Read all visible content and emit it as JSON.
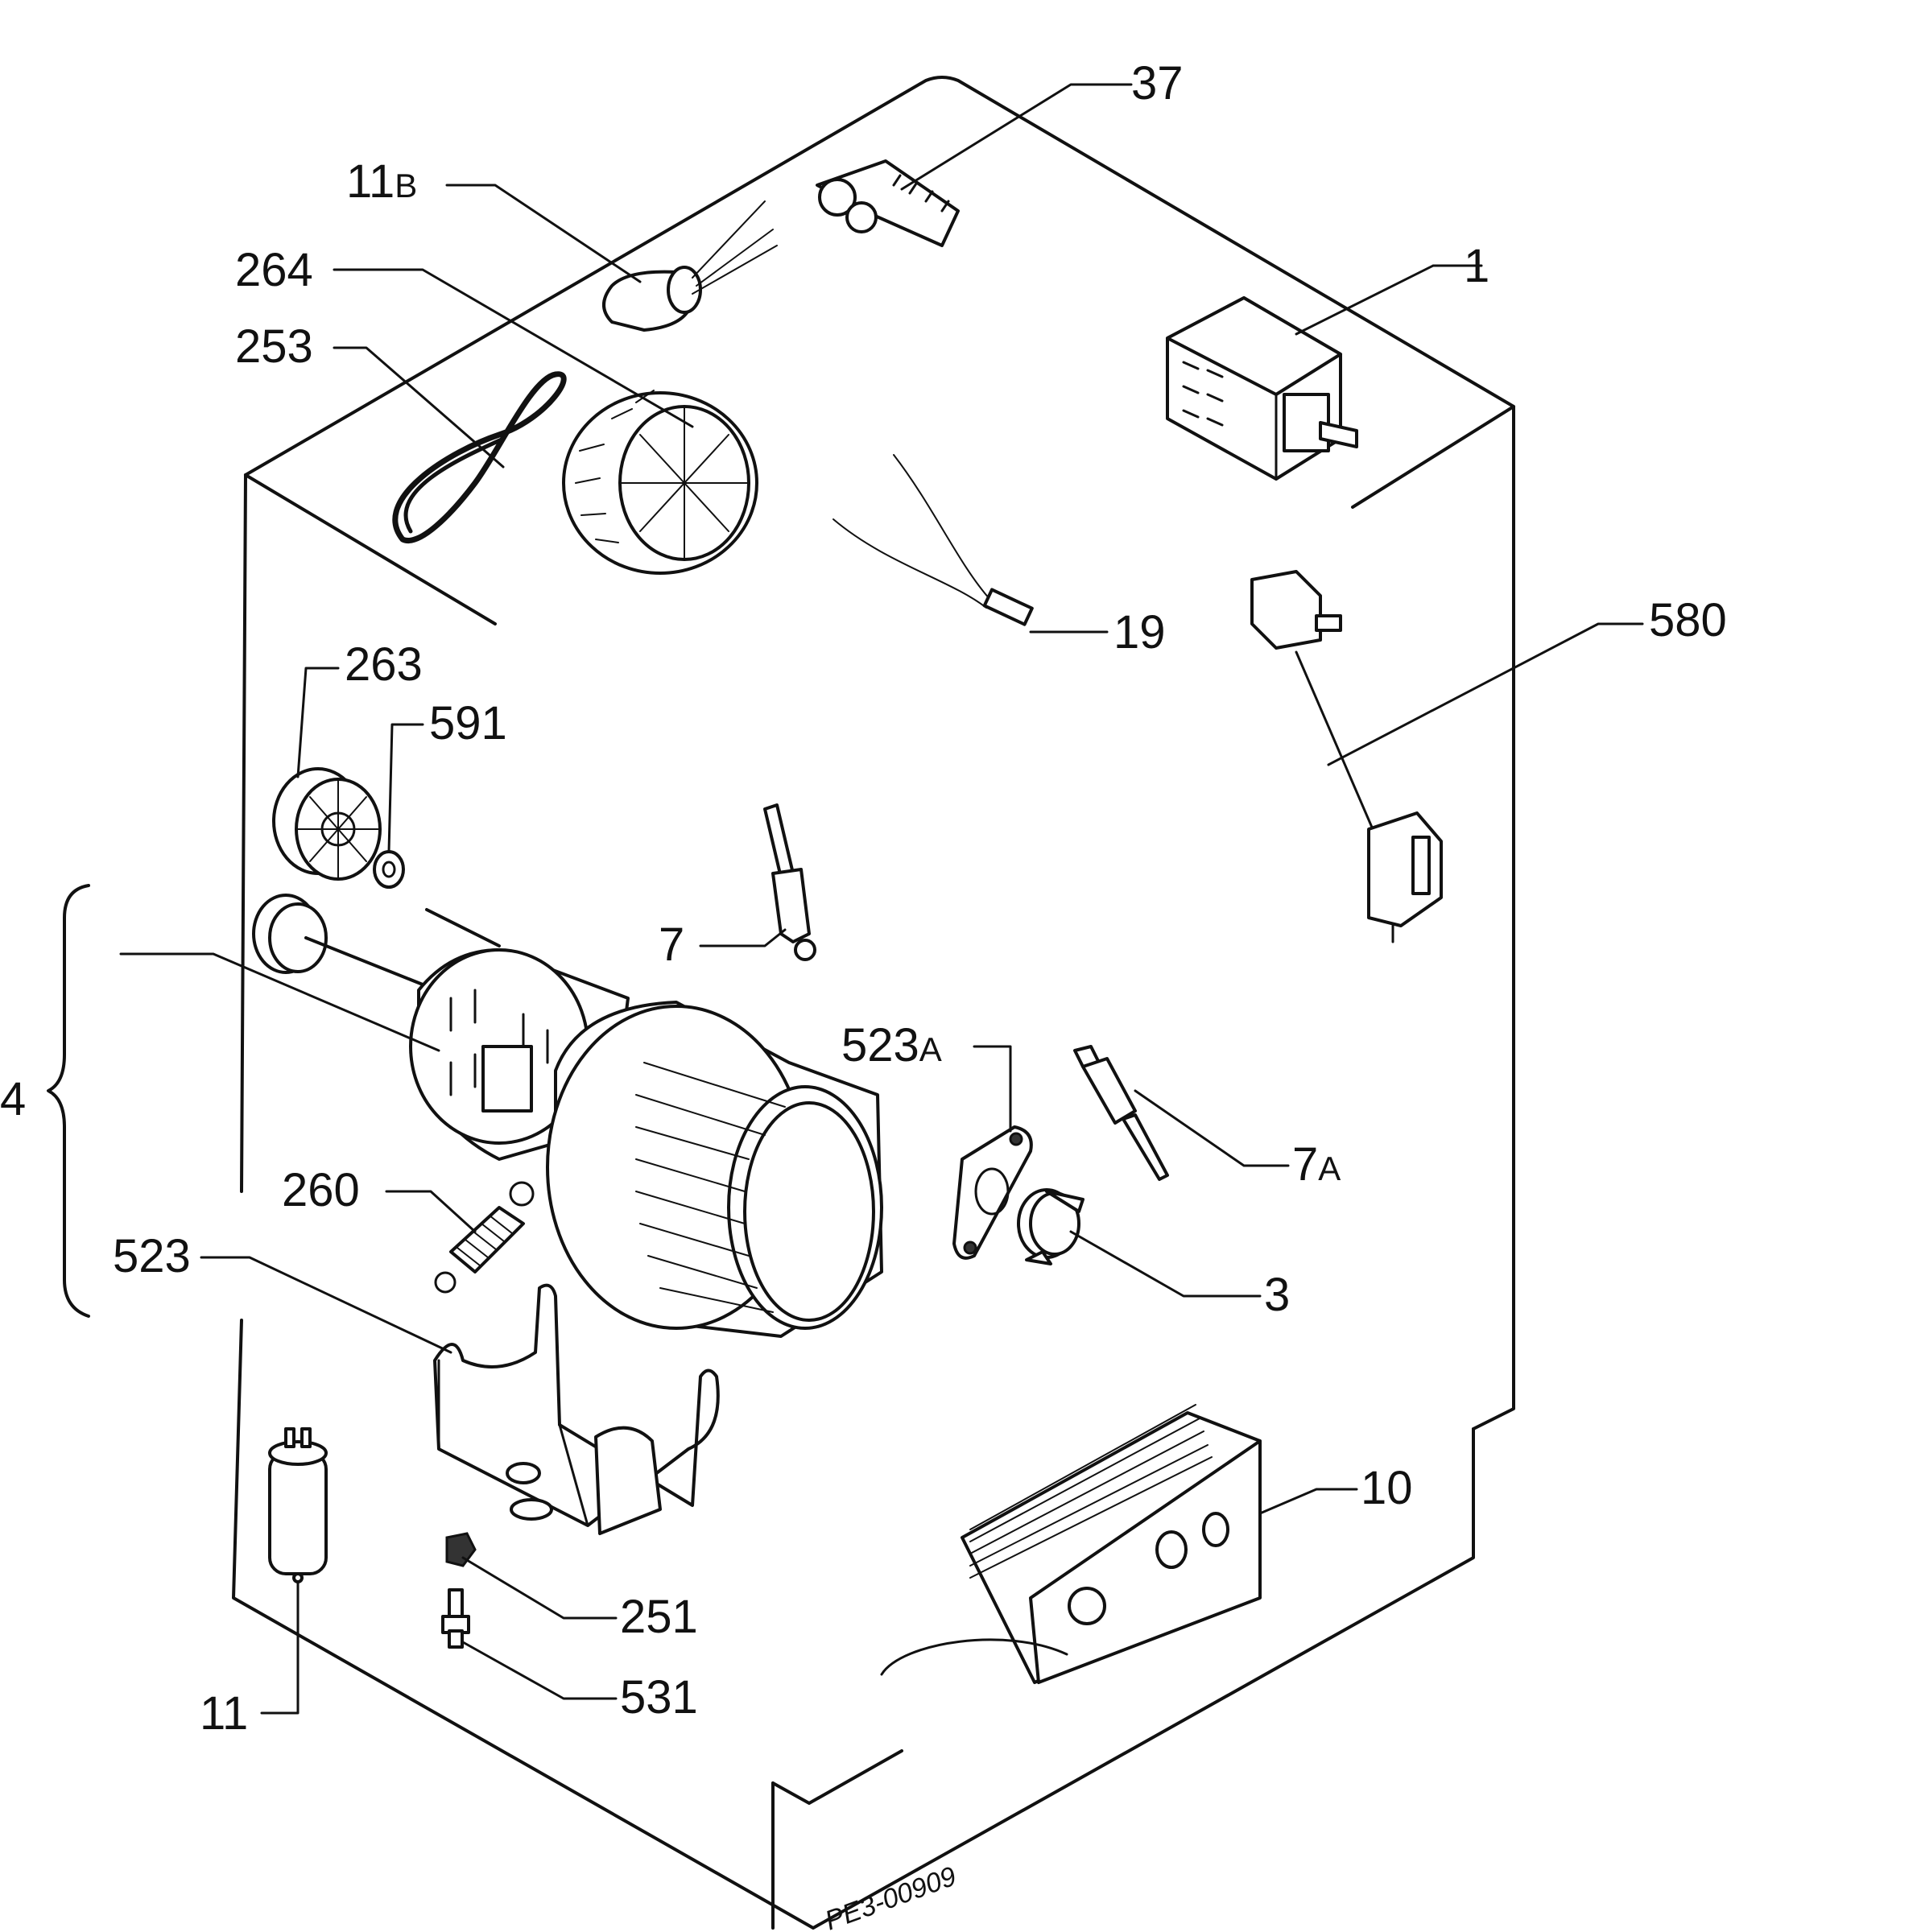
{
  "callouts": {
    "c37": {
      "num": "37",
      "sub": ""
    },
    "c11b": {
      "num": "11",
      "sub": "B"
    },
    "c264": {
      "num": "264",
      "sub": ""
    },
    "c253": {
      "num": "253",
      "sub": ""
    },
    "c1": {
      "num": "1",
      "sub": ""
    },
    "c19": {
      "num": "19",
      "sub": ""
    },
    "c580": {
      "num": "580",
      "sub": ""
    },
    "c263": {
      "num": "263",
      "sub": ""
    },
    "c591": {
      "num": "591",
      "sub": ""
    },
    "c7": {
      "num": "7",
      "sub": ""
    },
    "c523a": {
      "num": "523",
      "sub": "A"
    },
    "c4": {
      "num": "4",
      "sub": ""
    },
    "c7a": {
      "num": "7",
      "sub": "A"
    },
    "c260": {
      "num": "260",
      "sub": ""
    },
    "c523": {
      "num": "523",
      "sub": ""
    },
    "c3": {
      "num": "3",
      "sub": ""
    },
    "c10": {
      "num": "10",
      "sub": ""
    },
    "c251": {
      "num": "251",
      "sub": ""
    },
    "c531": {
      "num": "531",
      "sub": ""
    },
    "c11": {
      "num": "11",
      "sub": ""
    }
  },
  "drawing_code": "PE3-00909"
}
